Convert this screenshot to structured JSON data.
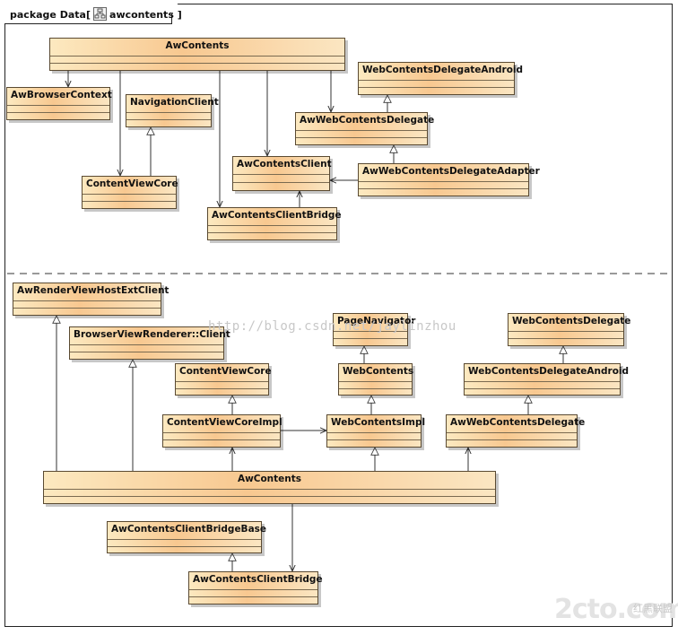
{
  "package": {
    "keyword": "package",
    "name": "Data",
    "open_bracket": "[",
    "diagram_name": "awcontents",
    "close_bracket": "]",
    "icon": "class-diagram-icon"
  },
  "classes": {
    "top_awcontents": "AwContents",
    "top_browser_context": "AwBrowserContext",
    "top_navigation_client": "NavigationClient",
    "top_content_view_core": "ContentViewCore",
    "top_wcd_android": "WebContentsDelegateAndroid",
    "top_aw_wcd": "AwWebContentsDelegate",
    "top_aw_contents_client": "AwContentsClient",
    "top_wcd_adapter": "AwWebContentsDelegateAdapter",
    "top_client_bridge": "AwContentsClientBridge",
    "bot_render_view_host": "AwRenderViewHostExtClient",
    "bot_browser_view_renderer": "BrowserViewRenderer::Client",
    "bot_page_navigator": "PageNavigator",
    "bot_wc_delegate": "WebContentsDelegate",
    "bot_content_view_core": "ContentViewCore",
    "bot_web_contents": "WebContents",
    "bot_wcd_android": "WebContentsDelegateAndroid",
    "bot_cvc_impl": "ContentViewCoreImpl",
    "bot_wc_impl": "WebContentsImpl",
    "bot_aw_wcd": "AwWebContentsDelegate",
    "bot_awcontents": "AwContents",
    "bot_bridge_base": "AwContentsClientBridgeBase",
    "bot_client_bridge": "AwContentsClientBridge"
  },
  "watermark": "http://blog.csdn.net/jaylinzhou",
  "logo": "2cto.com",
  "logo_sub": "红黑联盟"
}
